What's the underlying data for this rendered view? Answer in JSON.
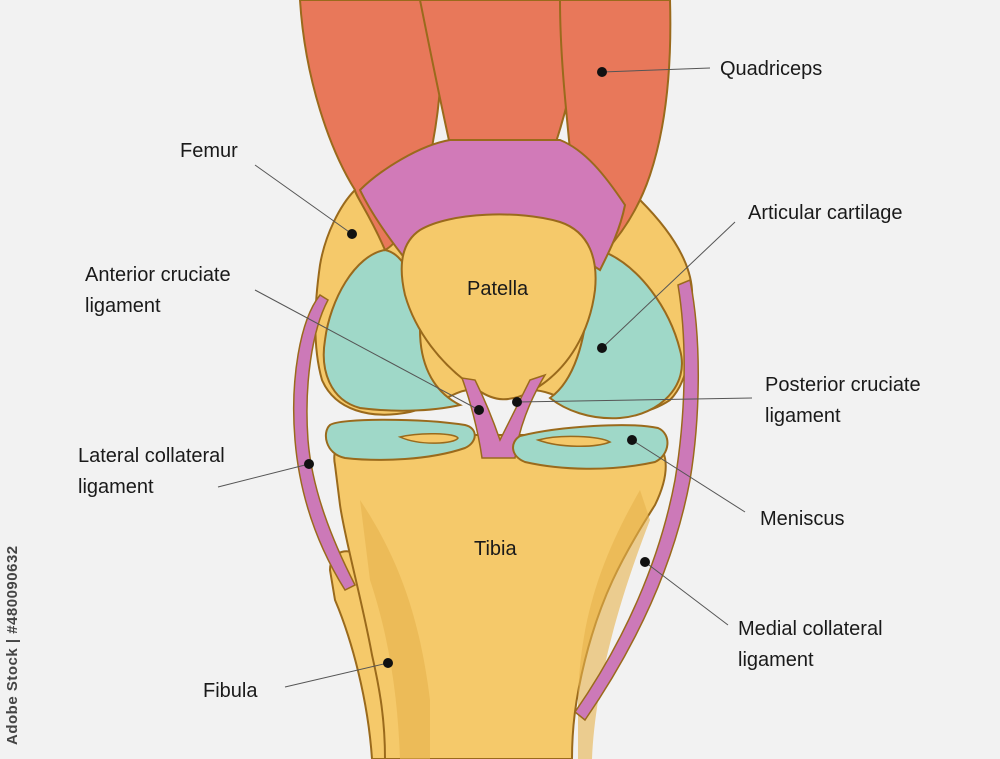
{
  "labels": {
    "quadriceps": "Quadriceps",
    "femur": "Femur",
    "articular_cartilage": "Articular cartilage",
    "anterior_cruciate_1": "Anterior cruciate",
    "anterior_cruciate_2": "ligament",
    "patella": "Patella",
    "posterior_cruciate_1": "Posterior cruciate",
    "posterior_cruciate_2": "ligament",
    "lateral_collateral_1": "Lateral collateral",
    "lateral_collateral_2": "ligament",
    "meniscus": "Meniscus",
    "tibia": "Tibia",
    "medial_collateral_1": "Medial collateral",
    "medial_collateral_2": "ligament",
    "fibula": "Fibula"
  },
  "stock_id": "Adobe Stock | #480090632",
  "colors": {
    "muscle": "#e8785a",
    "tendon": "#d17ab8",
    "bone": "#f5c96a",
    "bone_shade": "#e6b24d",
    "cartilage": "#9fd8c8",
    "ligament": "#cc79b8",
    "outline": "#9a6a1c"
  }
}
